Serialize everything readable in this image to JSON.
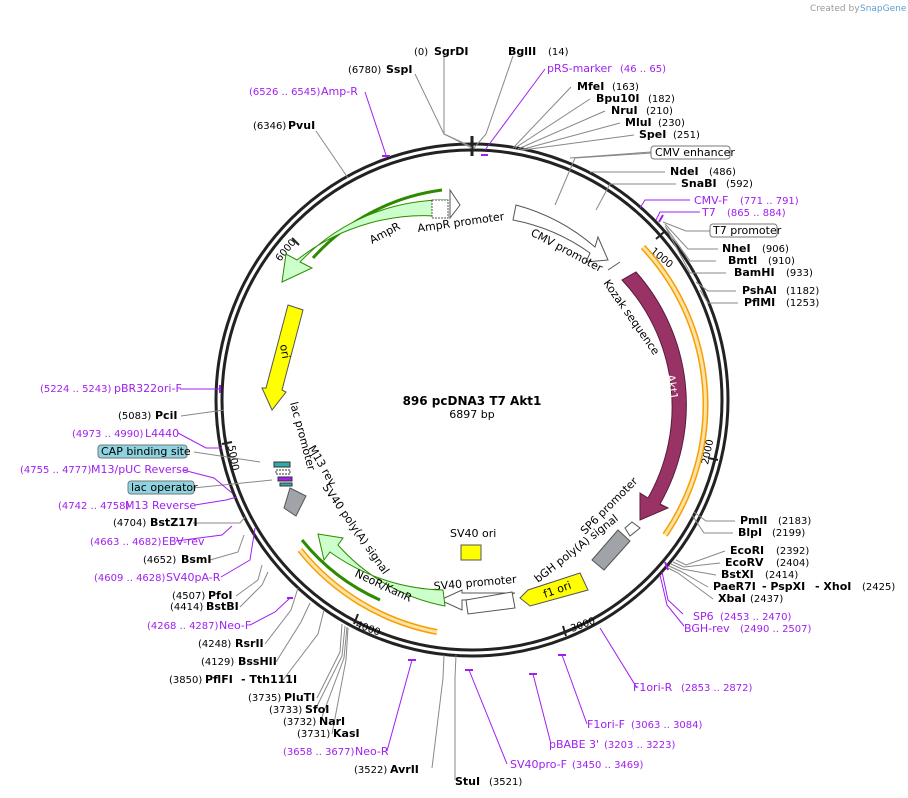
{
  "header": {
    "credit_prefix": "Created by",
    "credit_brand": "SnapGene"
  },
  "plasmid": {
    "name": "896 pcDNA3 T7 Akt1",
    "length": "6897 bp"
  },
  "ticks": [
    "1000",
    "2000",
    "3000",
    "4000",
    "5000",
    "6000"
  ],
  "features": {
    "ampr_promoter": "AmpR promoter",
    "ampr": "AmpR",
    "cmv_promoter": "CMV promoter",
    "kozak": "Kozak sequence",
    "akt1": "Akt1",
    "ori": "ori",
    "lac_promoter": "lac promoter",
    "m13_rev": "M13 rev",
    "sv40_polya": "SV40 poly(A) signal",
    "neor": "NeoR/KanR",
    "sv40_ori": "SV40 ori",
    "sv40_promoter": "SV40 promoter",
    "bgh_polya": "bGH poly(A) signal",
    "f1_ori": "f1 ori",
    "sp6_promoter": "SP6 promoter"
  },
  "boxed_labels": {
    "cmv_enhancer": "CMV enhancer",
    "t7_promoter": "T7 promoter",
    "cap_binding_site": "CAP binding site",
    "lac_operator": "lac operator"
  },
  "enzymes": [
    {
      "name": "SgrDI",
      "pos": "(0)"
    },
    {
      "name": "BglII",
      "pos": "(14)"
    },
    {
      "name": "SspI",
      "pos": "(6780)"
    },
    {
      "name": "MfeI",
      "pos": "(163)"
    },
    {
      "name": "Bpu10I",
      "pos": "(182)"
    },
    {
      "name": "NruI",
      "pos": "(210)"
    },
    {
      "name": "MluI",
      "pos": "(230)"
    },
    {
      "name": "SpeI",
      "pos": "(251)"
    },
    {
      "name": "PvuI",
      "pos": "(6346)"
    },
    {
      "name": "NdeI",
      "pos": "(486)"
    },
    {
      "name": "SnaBI",
      "pos": "(592)"
    },
    {
      "name": "NheI",
      "pos": "(906)"
    },
    {
      "name": "BmtI",
      "pos": "(910)"
    },
    {
      "name": "BamHI",
      "pos": "(933)"
    },
    {
      "name": "PshAI",
      "pos": "(1182)"
    },
    {
      "name": "PflMI",
      "pos": "(1253)"
    },
    {
      "name": "PciI",
      "pos": "(5083)"
    },
    {
      "name": "PmlI",
      "pos": "(2183)"
    },
    {
      "name": "BlpI",
      "pos": "(2199)"
    },
    {
      "name": "BstZ17I",
      "pos": "(4704)"
    },
    {
      "name": "EcoRI",
      "pos": "(2392)"
    },
    {
      "name": "EcoRV",
      "pos": "(2404)"
    },
    {
      "name": "BstXI",
      "pos": "(2414)"
    },
    {
      "name": "PaeR7I",
      "pos": ""
    },
    {
      "name": "- PspXI",
      "pos": ""
    },
    {
      "name": "- XhoI",
      "pos": "(2425)"
    },
    {
      "name": "XbaI",
      "pos": "(2437)"
    },
    {
      "name": "BsmI",
      "pos": "(4652)"
    },
    {
      "name": "PfoI",
      "pos": "(4507)"
    },
    {
      "name": "BstBI",
      "pos": "(4414)"
    },
    {
      "name": "RsrII",
      "pos": "(4248)"
    },
    {
      "name": "BssHII",
      "pos": "(4129)"
    },
    {
      "name": "PflFI",
      "pos": "(3850)"
    },
    {
      "name": "- Tth111I",
      "pos": ""
    },
    {
      "name": "PluTI",
      "pos": "(3735)"
    },
    {
      "name": "SfoI",
      "pos": "(3733)"
    },
    {
      "name": "NarI",
      "pos": "(3732)"
    },
    {
      "name": "KasI",
      "pos": "(3731)"
    },
    {
      "name": "AvrII",
      "pos": "(3522)"
    },
    {
      "name": "StuI",
      "pos": "(3521)"
    }
  ],
  "primers": [
    {
      "name": "pRS-marker",
      "pos": "(46 .. 65)"
    },
    {
      "name": "Amp-R",
      "pos": "(6526 .. 6545)"
    },
    {
      "name": "CMV-F",
      "pos": "(771 .. 791)"
    },
    {
      "name": "T7",
      "pos": "(865 .. 884)"
    },
    {
      "name": "pBR322ori-F",
      "pos": "(5224 .. 5243)"
    },
    {
      "name": "L4440",
      "pos": "(4973 .. 4990)"
    },
    {
      "name": "M13/pUC Reverse",
      "pos": "(4755 .. 4777)"
    },
    {
      "name": "M13 Reverse",
      "pos": "(4742 .. 4758)"
    },
    {
      "name": "EBV-rev",
      "pos": "(4663 .. 4682)"
    },
    {
      "name": "SV40pA-R",
      "pos": "(4609 .. 4628)"
    },
    {
      "name": "Neo-F",
      "pos": "(4268 .. 4287)"
    },
    {
      "name": "SP6",
      "pos": "(2453 .. 2470)"
    },
    {
      "name": "BGH-rev",
      "pos": "(2490 .. 2507)"
    },
    {
      "name": "F1ori-R",
      "pos": "(2853 .. 2872)"
    },
    {
      "name": "F1ori-F",
      "pos": "(3063 .. 3084)"
    },
    {
      "name": "pBABE 3'",
      "pos": "(3203 .. 3223)"
    },
    {
      "name": "SV40pro-F",
      "pos": "(3450 .. 3469)"
    },
    {
      "name": "Neo-R",
      "pos": "(3658 .. 3677)"
    }
  ],
  "colors": {
    "backbone": "#222222",
    "primer": "#a020f0",
    "ampr_fill": "#ccffcc",
    "ampr_stroke": "#2e8b00",
    "akt1_fill": "#993366",
    "ori_fill": "#ffff00",
    "promoter_fill": "#ffffff",
    "polya_fill": "#a0a4a8",
    "box_fill": "#8fd3e0",
    "orange_ring": "#ffa500"
  }
}
